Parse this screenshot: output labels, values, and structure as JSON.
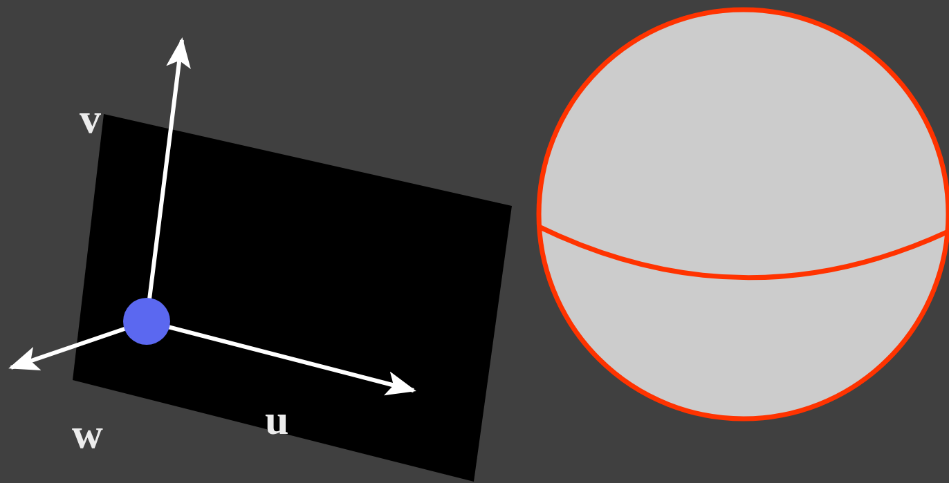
{
  "diagram": {
    "labels": [
      "v",
      "w",
      "u"
    ]
  }
}
